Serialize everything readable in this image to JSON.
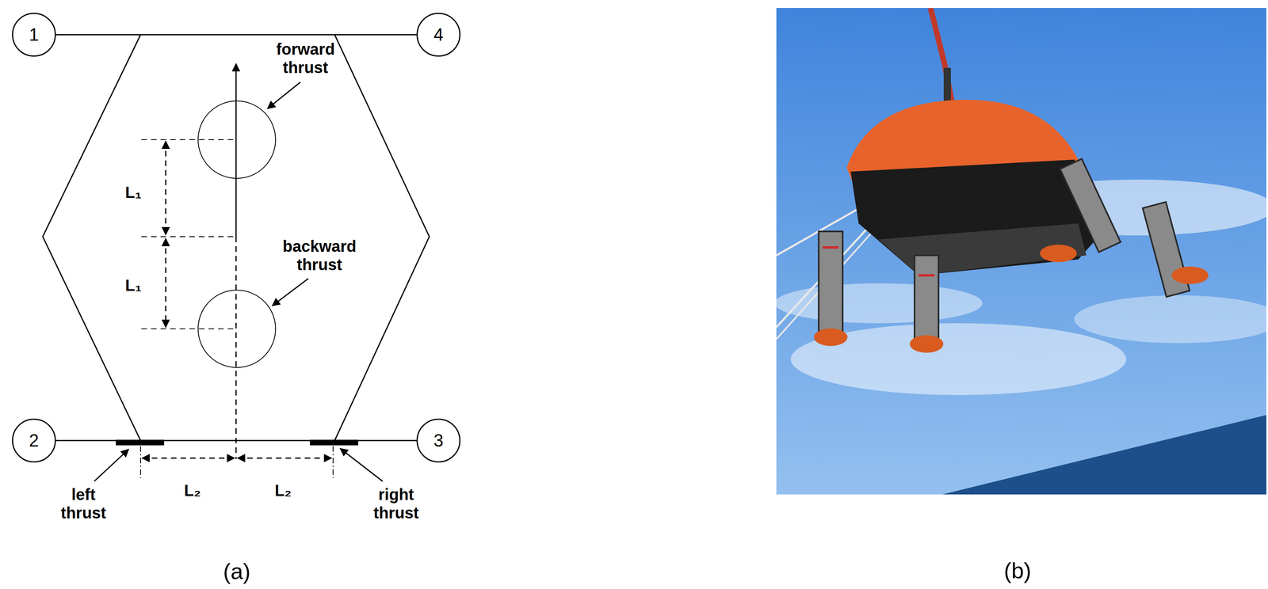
{
  "diagram": {
    "nodes": [
      {
        "text": [
          "1"
        ]
      },
      {
        "text": [
          "4"
        ]
      },
      {
        "text": [
          "2"
        ]
      },
      {
        "text": [
          "3"
        ]
      }
    ],
    "edges": [
      {
        "from": 0,
        "to": 1,
        "arrow": "none"
      },
      {
        "from": 2,
        "to": 3,
        "arrow": "none"
      }
    ],
    "labels": [
      "forward thrust",
      "L₁",
      "L₁",
      "backward thrust",
      "left thrust",
      "L₂",
      "L₂",
      "right thrust",
      "(a)",
      "(b)"
    ]
  }
}
